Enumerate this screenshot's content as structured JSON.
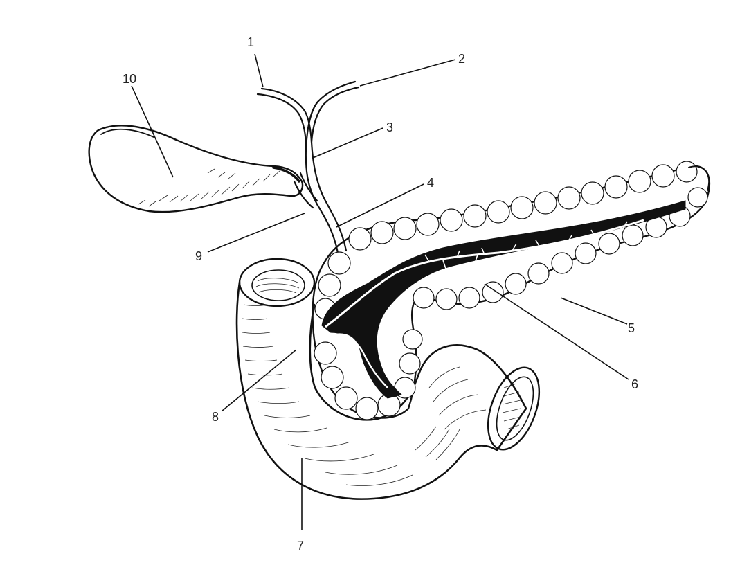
{
  "labels": {
    "l1": "1",
    "l2": "2",
    "l3": "3",
    "l4": "4",
    "l5": "5",
    "l6": "6",
    "l7": "7",
    "l8": "8",
    "l9": "9",
    "l10": "10"
  },
  "colors": {
    "ink": "#111111",
    "background": "#ffffff"
  }
}
